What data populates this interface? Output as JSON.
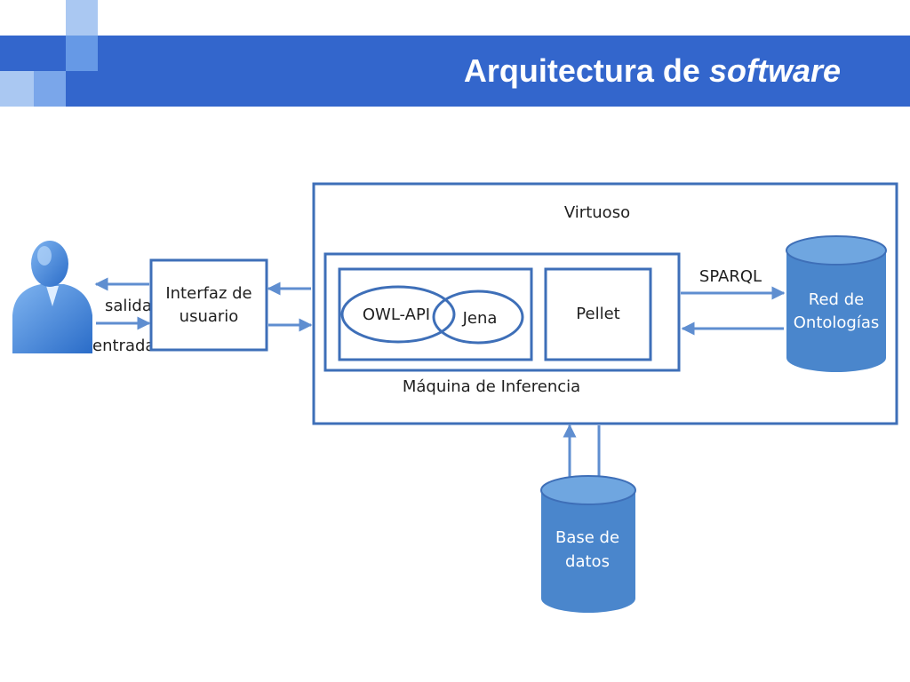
{
  "slide": {
    "title_prefix": "Arquitectura de",
    "title_emphasis": "software"
  },
  "diagram": {
    "user_icon": "user-icon",
    "labels": {
      "salida": "salida",
      "entrada": "entrada",
      "interfaz_line1": "Interfaz de",
      "interfaz_line2": "usuario",
      "virtuoso": "Virtuoso",
      "owl_api": "OWL-API",
      "jena": "Jena",
      "pellet": "Pellet",
      "maquina": "Máquina de Inferencia",
      "sparql": "SPARQL",
      "red_line1": "Red de",
      "red_line2": "Ontologías",
      "base_line1": "Base de",
      "base_line2": "datos"
    }
  },
  "colors": {
    "header": "#3366cc",
    "deco_light": "#99bbee",
    "deco_mid": "#6699e6",
    "box_border": "#3e6fb8",
    "arrow": "#5f8ed0",
    "cylinder": "#4a86cc",
    "cylinder_top": "#6fa6e0"
  }
}
